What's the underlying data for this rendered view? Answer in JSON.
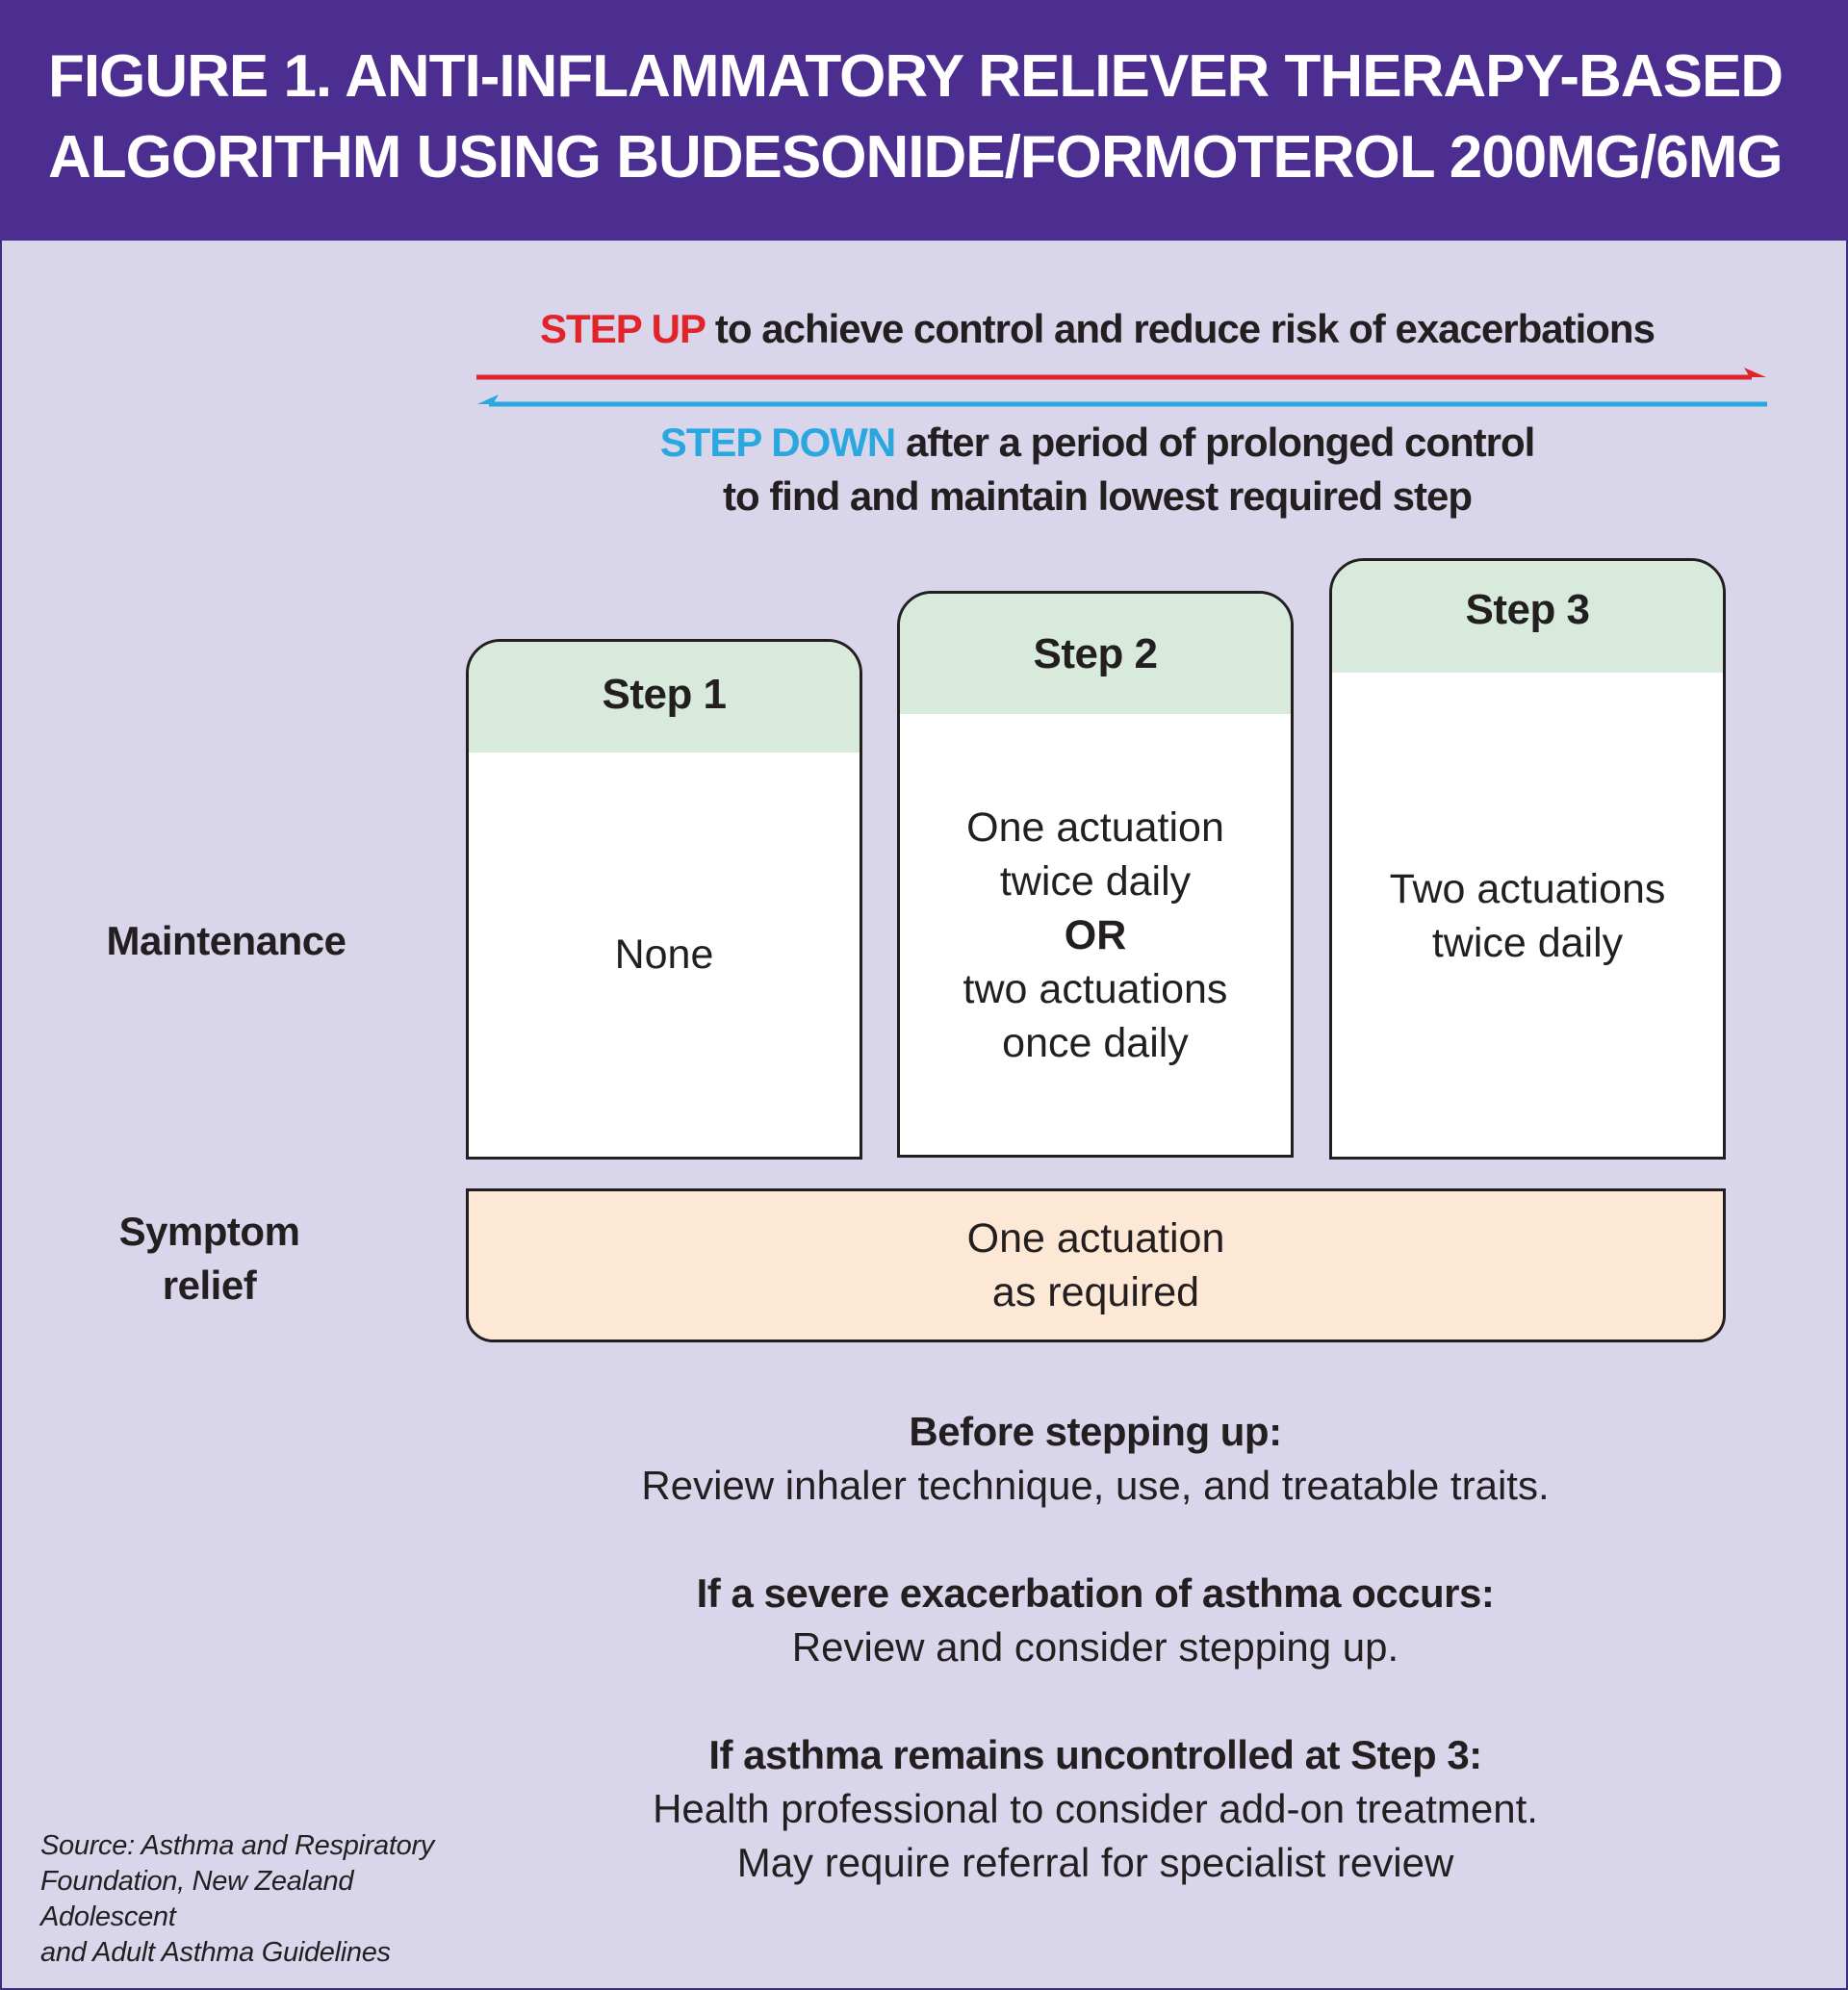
{
  "header": {
    "title_line1": "FIGURE 1. ANTI-INFLAMMATORY RELIEVER THERAPY-BASED",
    "title_line2": "ALGORITHM USING BUDESONIDE/FORMOTEROL 200µg/6µg"
  },
  "arrows": {
    "step_up_word": "STEP UP",
    "step_up_text": " to achieve control and reduce risk of exacerbations",
    "step_down_word": "STEP DOWN",
    "step_down_text": " after a period of prolonged control",
    "step_down_text2": "to find and maintain lowest required step",
    "step_up_color": "#e1232a",
    "step_down_color": "#29a8e0"
  },
  "rows": {
    "maintenance": "Maintenance",
    "symptom_relief_line1": "Symptom",
    "symptom_relief_line2": "relief"
  },
  "steps": [
    {
      "title": "Step 1",
      "lines": [
        "None"
      ]
    },
    {
      "title": "Step 2",
      "lines": [
        "One actuation",
        "twice daily",
        "OR",
        "two actuations",
        "once daily"
      ]
    },
    {
      "title": "Step 3",
      "lines": [
        "Two actuations",
        "twice daily"
      ]
    }
  ],
  "relief": {
    "line1": "One actuation",
    "line2": "as required"
  },
  "notes": [
    {
      "heading": "Before stepping up:",
      "lines": [
        "Review inhaler technique, use, and treatable traits."
      ]
    },
    {
      "heading": "If a severe exacerbation of asthma occurs:",
      "lines": [
        "Review and consider stepping up."
      ]
    },
    {
      "heading": "If asthma remains uncontrolled at Step 3:",
      "lines": [
        "Health professional to consider add-on treatment.",
        "May require referral for specialist review"
      ]
    }
  ],
  "source": {
    "line1": "Source: Asthma and Respiratory",
    "line2": "Foundation, New Zealand Adolescent",
    "line3": "and Adult Asthma Guidelines"
  },
  "colors": {
    "header_bg": "#4b2e8f",
    "page_bg": "#d9d5ea",
    "step_head_bg": "#d8eadb",
    "relief_bg": "#fde8d5"
  }
}
